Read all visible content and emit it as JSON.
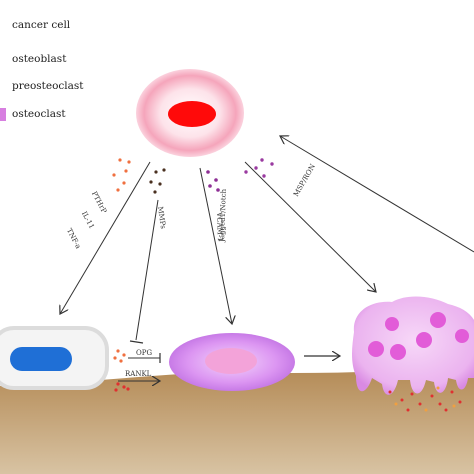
{
  "legend": {
    "items": [
      {
        "label": "cancer cell"
      },
      {
        "label": "osteoblast"
      },
      {
        "label": "preosteoclast"
      },
      {
        "label": "osteoclast",
        "swatch_color": "#d77fe0"
      }
    ]
  },
  "signals": {
    "pthrp": "PTHrP",
    "il11": "IL-11",
    "tnfa": "TNF-a",
    "mmps": "MMPs",
    "vcam1": "VCAM-1",
    "jagged": "Jagged1/Notch",
    "msp": "MSP/RON",
    "opg": "OPG",
    "rankl": "RANKL"
  },
  "colors": {
    "cancer_nucleus": "#ff0000",
    "cancer_halo": "#f7a8bc",
    "osteoblast_nucleus": "#1f6fd6",
    "preosteoclast_body": "#d78cf0",
    "osteoclast_body": "#edb8f0",
    "osteoclast_nuclei": "#e25cd8",
    "bone": "#b08a55",
    "dots_orange": "#f07040",
    "dots_dark": "#4a3020",
    "dots_purple": "#9a3aa0"
  }
}
